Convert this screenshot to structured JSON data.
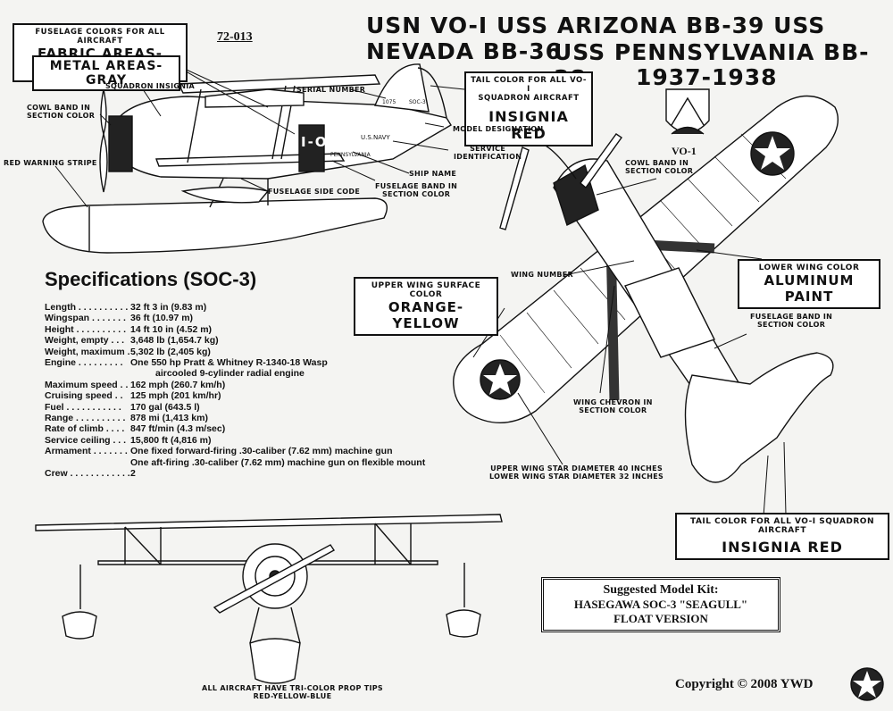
{
  "catalog_number": "72-013",
  "title": {
    "line1": "USN VO-I USS ARIZONA BB-39 USS NEVADA BB-36",
    "line2": "USS PENNSYLVANIA BB-38",
    "line3": "1937-1938"
  },
  "unit_insignia_label": "VO-1",
  "fuselage_colors": {
    "header": "FUSELAGE COLORS FOR ALL AIRCRAFT",
    "fabric": "FABRIC AREAS-ALUMINUM",
    "metal": "METAL AREAS-GRAY"
  },
  "tail_color_top": {
    "small": "TAIL COLOR FOR ALL VO-I\nSQUADRON AIRCRAFT",
    "large": "INSIGNIA RED"
  },
  "side_view_labels": {
    "squadron_insignia": "SQUADRON INSIGNIA",
    "cowl_band": "COWL BAND IN\nSECTION COLOR",
    "serial_number": "SERIAL NUMBER",
    "model_designation": "MODEL DESIGNATION",
    "service_identification": "SERVICE\nIDENTIFICATION",
    "ship_name": "SHIP NAME",
    "red_warning_stripe": "RED WARNING STRIPE",
    "fuselage_side_code": "FUSELAGE SIDE CODE",
    "fuselage_band": "FUSELAGE BAND IN\nSECTION COLOR"
  },
  "aircraft_markings": {
    "side_code": "I-O-7",
    "usnavy": "U.S.NAVY",
    "ship": "PENNSYLVANIA",
    "serial": "1075",
    "model": "SOC-3"
  },
  "top_view_labels": {
    "cowl_band": "COWL BAND IN\nSECTION COLOR",
    "wing_number": "WING NUMBER",
    "wing_chevron": "WING CHEVRON IN\nSECTION COLOR",
    "fuselage_band": "FUSELAGE BAND IN\nSECTION COLOR",
    "star_diameter": "UPPER WING STAR DIAMETER 40 INCHES\nLOWER WING STAR DIAMETER 32 INCHES"
  },
  "upper_wing_color": {
    "small": "UPPER WING SURFACE COLOR",
    "large": "ORANGE-YELLOW"
  },
  "lower_wing_color": {
    "small": "LOWER WING COLOR",
    "large": "ALUMINUM PAINT"
  },
  "tail_color_bottom": {
    "small": "TAIL COLOR FOR ALL VO-I SQUADRON AIRCRAFT",
    "large": "INSIGNIA RED"
  },
  "specifications": {
    "heading": "Specifications (SOC-3)",
    "rows": [
      {
        "label": "Length . . . . . . . . . .",
        "value": "32 ft 3 in (9.83 m)"
      },
      {
        "label": "Wingspan . . . . . . .",
        "value": "36 ft (10.97 m)"
      },
      {
        "label": "Height . . . . . . . . . .",
        "value": "14 ft 10 in (4.52 m)"
      },
      {
        "label": "Weight, empty . . .",
        "value": "3,648 lb (1,654.7 kg)"
      },
      {
        "label": "Weight, maximum . .",
        "value": "5,302 lb (2,405 kg)"
      },
      {
        "label": "Engine . . . . . . . . .",
        "value": "One 550 hp Pratt & Whitney R-1340-18 Wasp"
      },
      {
        "label": "",
        "value": "aircooled 9-cylinder radial engine"
      },
      {
        "label": "Maximum speed . .",
        "value": "162 mph (260.7 km/h)"
      },
      {
        "label": "Cruising speed . .",
        "value": "125 mph (201 km/hr)"
      },
      {
        "label": "Fuel . . . . . . . . . . .",
        "value": "170 gal (643.5 l)"
      },
      {
        "label": "Range . . . . . . . . . .",
        "value": "878 mi (1,413 km)"
      },
      {
        "label": "Rate of climb . . . .",
        "value": "847 ft/min (4.3 m/sec)"
      },
      {
        "label": "Service ceiling . . .",
        "value": "15,800 ft (4,816 m)"
      },
      {
        "label": "Armament . . . . . . .",
        "value": "One fixed forward-firing .30-caliber (7.62 mm) machine gun"
      },
      {
        "label": "",
        "value": "One aft-firing .30-caliber (7.62 mm) machine gun on flexible mount"
      },
      {
        "label": "Crew . . . . . . . . . . . .",
        "value": "2"
      }
    ]
  },
  "prop_note": "ALL AIRCRAFT HAVE TRI-COLOR PROP TIPS\nRED-YELLOW-BLUE",
  "kit": {
    "line1": "Suggested Model Kit:",
    "line2": "HASEGAWA SOC-3 \"SEAGULL\"",
    "line3": "FLOAT VERSION"
  },
  "copyright": "Copyright © 2008 YWD"
}
